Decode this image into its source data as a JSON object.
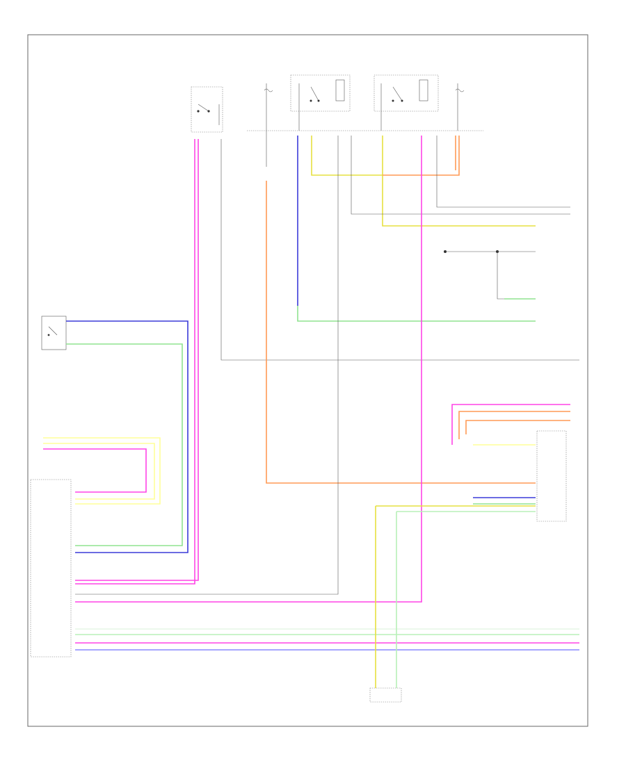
{
  "diagram": {
    "frame_caption": "",
    "colors": {
      "pink": "#ff44e6",
      "blue": "#3a3ad8",
      "green": "#8fe38f",
      "yellow": "#e6e040",
      "orange": "#ff9a55",
      "gray": "#9a9a9a",
      "black": "#444444"
    },
    "components": [
      {
        "id": "top-switch",
        "label": ""
      },
      {
        "id": "fuse-box-left",
        "label": ""
      },
      {
        "id": "fuse-box-right",
        "label": ""
      },
      {
        "id": "relay-label",
        "label": ""
      },
      {
        "id": "left-sensor",
        "label": ""
      },
      {
        "id": "center-module-label",
        "label": ""
      },
      {
        "id": "powertrain-control-module",
        "label": ""
      },
      {
        "id": "right-control-module",
        "label": ""
      },
      {
        "id": "bottom-sensor",
        "label": ""
      }
    ]
  }
}
